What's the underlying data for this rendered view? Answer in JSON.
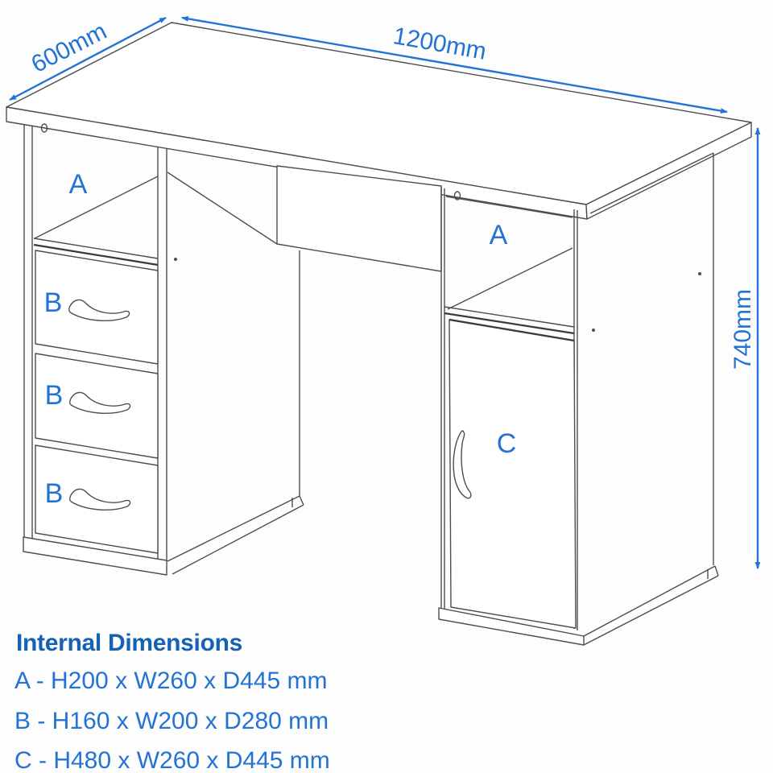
{
  "diagram": {
    "dimensions": {
      "depth": "600mm",
      "width": "1200mm",
      "height": "740mm"
    },
    "labels": {
      "shelf_left": "A",
      "drawers": [
        "B",
        "B",
        "B"
      ],
      "shelf_right": "A",
      "door": "C"
    },
    "colors": {
      "accent_blue": "#2273d4",
      "title_blue": "#1562b5",
      "line_gray": "#4d4d4d"
    }
  },
  "legend": {
    "title": "Internal Dimensions",
    "items": [
      "A - H200 x W260 x D445 mm",
      "B - H160 x W200 x D280 mm",
      "C - H480 x W260 x D445 mm"
    ]
  }
}
